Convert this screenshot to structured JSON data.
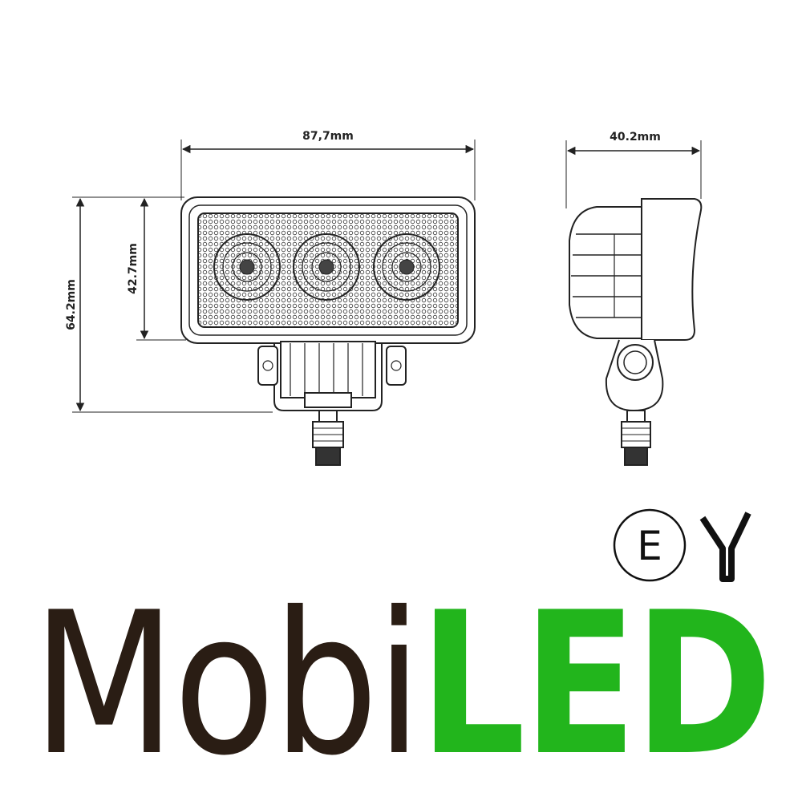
{
  "dimensions": {
    "front_width": "87,7mm",
    "side_depth": "40.2mm",
    "lens_height": "42.7mm",
    "total_height": "64.2mm"
  },
  "approval_mark": {
    "letter": "E"
  },
  "logo": {
    "part_dark": "Mobi",
    "part_green": "LED",
    "color_dark": "#2a1d14",
    "color_green": "#22b51c"
  }
}
